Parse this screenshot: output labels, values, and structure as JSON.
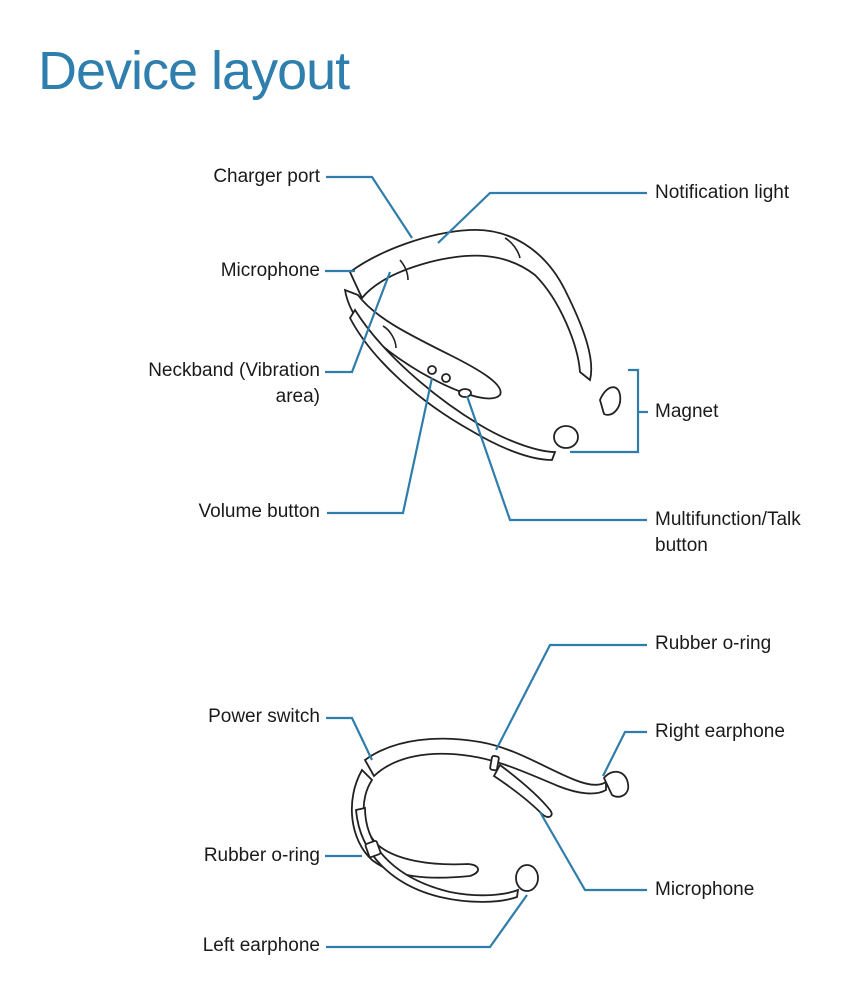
{
  "title": "Device layout",
  "top_diagram": {
    "charger_port": "Charger port",
    "microphone": "Microphone",
    "neckband_line1": "Neckband (Vibration",
    "neckband_line2": "area)",
    "volume_button": "Volume button",
    "notification_light": "Notification light",
    "magnet": "Magnet",
    "multifunction_line1": "Multifunction/Talk",
    "multifunction_line2": "button"
  },
  "bottom_diagram": {
    "power_switch": "Power switch",
    "rubber_oring_left": "Rubber o-ring",
    "left_earphone": "Left earphone",
    "rubber_oring_top": "Rubber o-ring",
    "right_earphone": "Right earphone",
    "microphone": "Microphone"
  },
  "colors": {
    "title": "#2e7fae",
    "leader": "#2f7dab",
    "outline": "#222222"
  }
}
